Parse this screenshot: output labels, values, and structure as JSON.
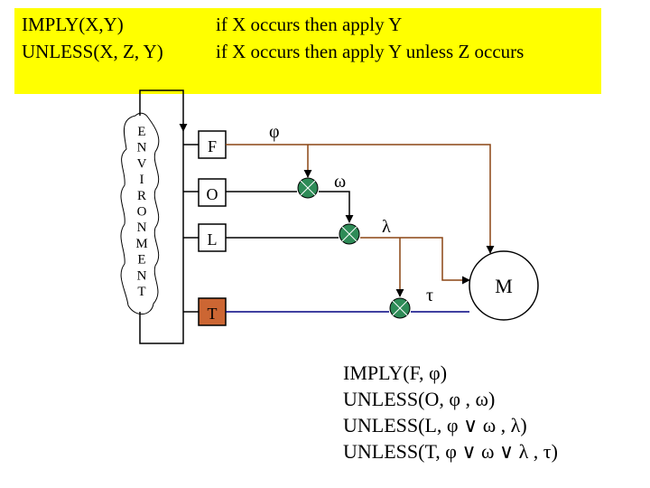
{
  "header": {
    "rule1_name": "IMPLY(X,Y)",
    "rule1_desc": "if X occurs then apply Y",
    "rule2_name": "UNLESS(X, Z, Y)",
    "rule2_desc": "if X occurs then apply Y unless Z occurs",
    "background_color": "#ffff00"
  },
  "diagram": {
    "environment_letters": [
      "E",
      "N",
      "V",
      "I",
      "R",
      "O",
      "N",
      "M",
      "E",
      "N",
      "T"
    ],
    "boxes": [
      {
        "label": "F",
        "fill": "#ffffff"
      },
      {
        "label": "O",
        "fill": "#ffffff"
      },
      {
        "label": "L",
        "fill": "#ffffff"
      },
      {
        "label": "T",
        "fill": "#cc6633"
      }
    ],
    "symbols": {
      "phi": "φ",
      "omega": "ω",
      "lambda": "λ",
      "tau": "τ"
    },
    "output_node": "M",
    "colors": {
      "brown_wire": "#8b4513",
      "blue_wire": "#000080",
      "node_fill": "#2e8b57"
    }
  },
  "formulas": [
    "IMPLY(F, φ)",
    "UNLESS(O, φ , ω)",
    "UNLESS(L, φ ∨ ω , λ)",
    "UNLESS(T, φ ∨ ω ∨ λ , τ)"
  ]
}
